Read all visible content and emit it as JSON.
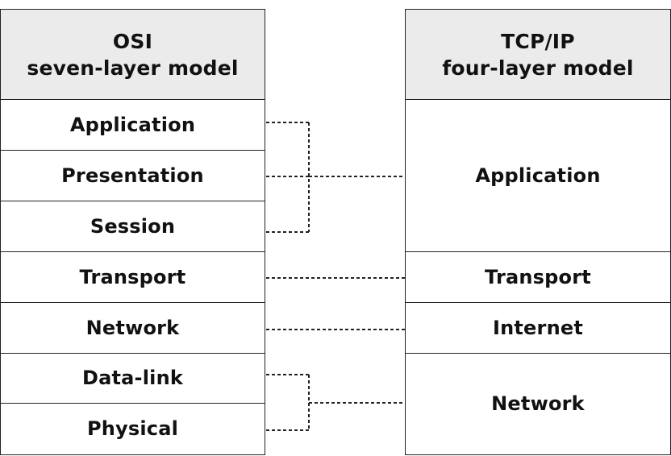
{
  "osi": {
    "title_line1": "OSI",
    "title_line2": "seven-layer model",
    "layers": [
      "Application",
      "Presentation",
      "Session",
      "Transport",
      "Network",
      "Data-link",
      "Physical"
    ]
  },
  "tcpip": {
    "title_line1": "TCP/IP",
    "title_line2": "four-layer model",
    "layers": [
      "Application",
      "Transport",
      "Internet",
      "Network"
    ]
  },
  "mapping": [
    {
      "osi": [
        "Application",
        "Presentation",
        "Session"
      ],
      "tcpip": "Application"
    },
    {
      "osi": [
        "Transport"
      ],
      "tcpip": "Transport"
    },
    {
      "osi": [
        "Network"
      ],
      "tcpip": "Internet"
    },
    {
      "osi": [
        "Data-link",
        "Physical"
      ],
      "tcpip": "Network"
    }
  ],
  "colors": {
    "header_bg": "#ebebeb",
    "border": "#222222",
    "text": "#111111"
  }
}
